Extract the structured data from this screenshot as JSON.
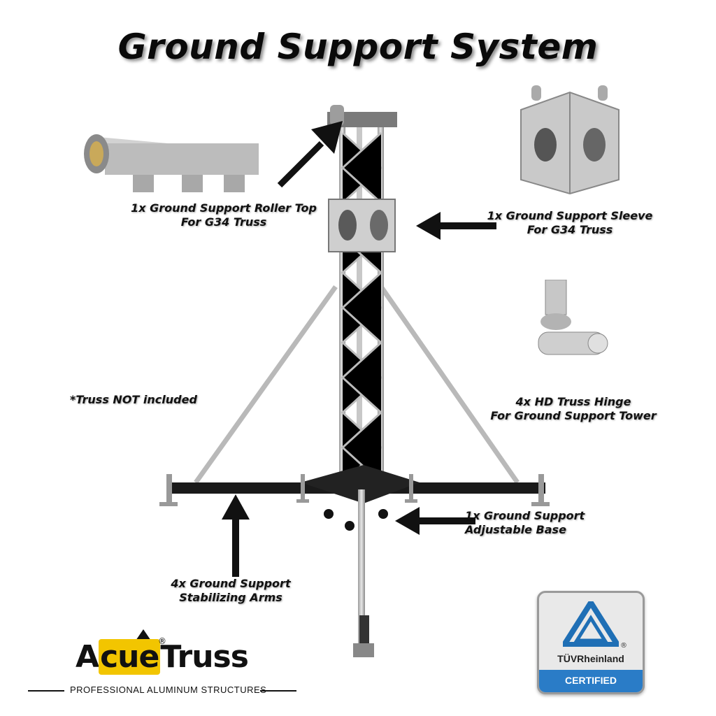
{
  "title": "Ground Support System",
  "labels": {
    "roller_top": [
      "1x Ground Support Roller Top",
      "For G34 Truss"
    ],
    "sleeve": [
      "1x Ground Support Sleeve",
      "For G34 Truss"
    ],
    "hinge": [
      "4x HD Truss Hinge",
      "For Ground Support Tower"
    ],
    "base": [
      "1x Ground Support",
      "Adjustable Base"
    ],
    "arms": [
      "4x Ground Support",
      "Stabilizing Arms"
    ],
    "note": "*Truss NOT included"
  },
  "brand": {
    "logo_a": "A",
    "logo_cue": "cue",
    "logo_truss": "Truss",
    "registered": "®",
    "tagline": "PROFESSIONAL ALUMINUM STRUCTURES",
    "accent": "#f2c500"
  },
  "cert": {
    "brand": "TÜVRheinland",
    "registered": "®",
    "status": "CERTIFIED",
    "triangle_color": "#1f6fb5"
  }
}
